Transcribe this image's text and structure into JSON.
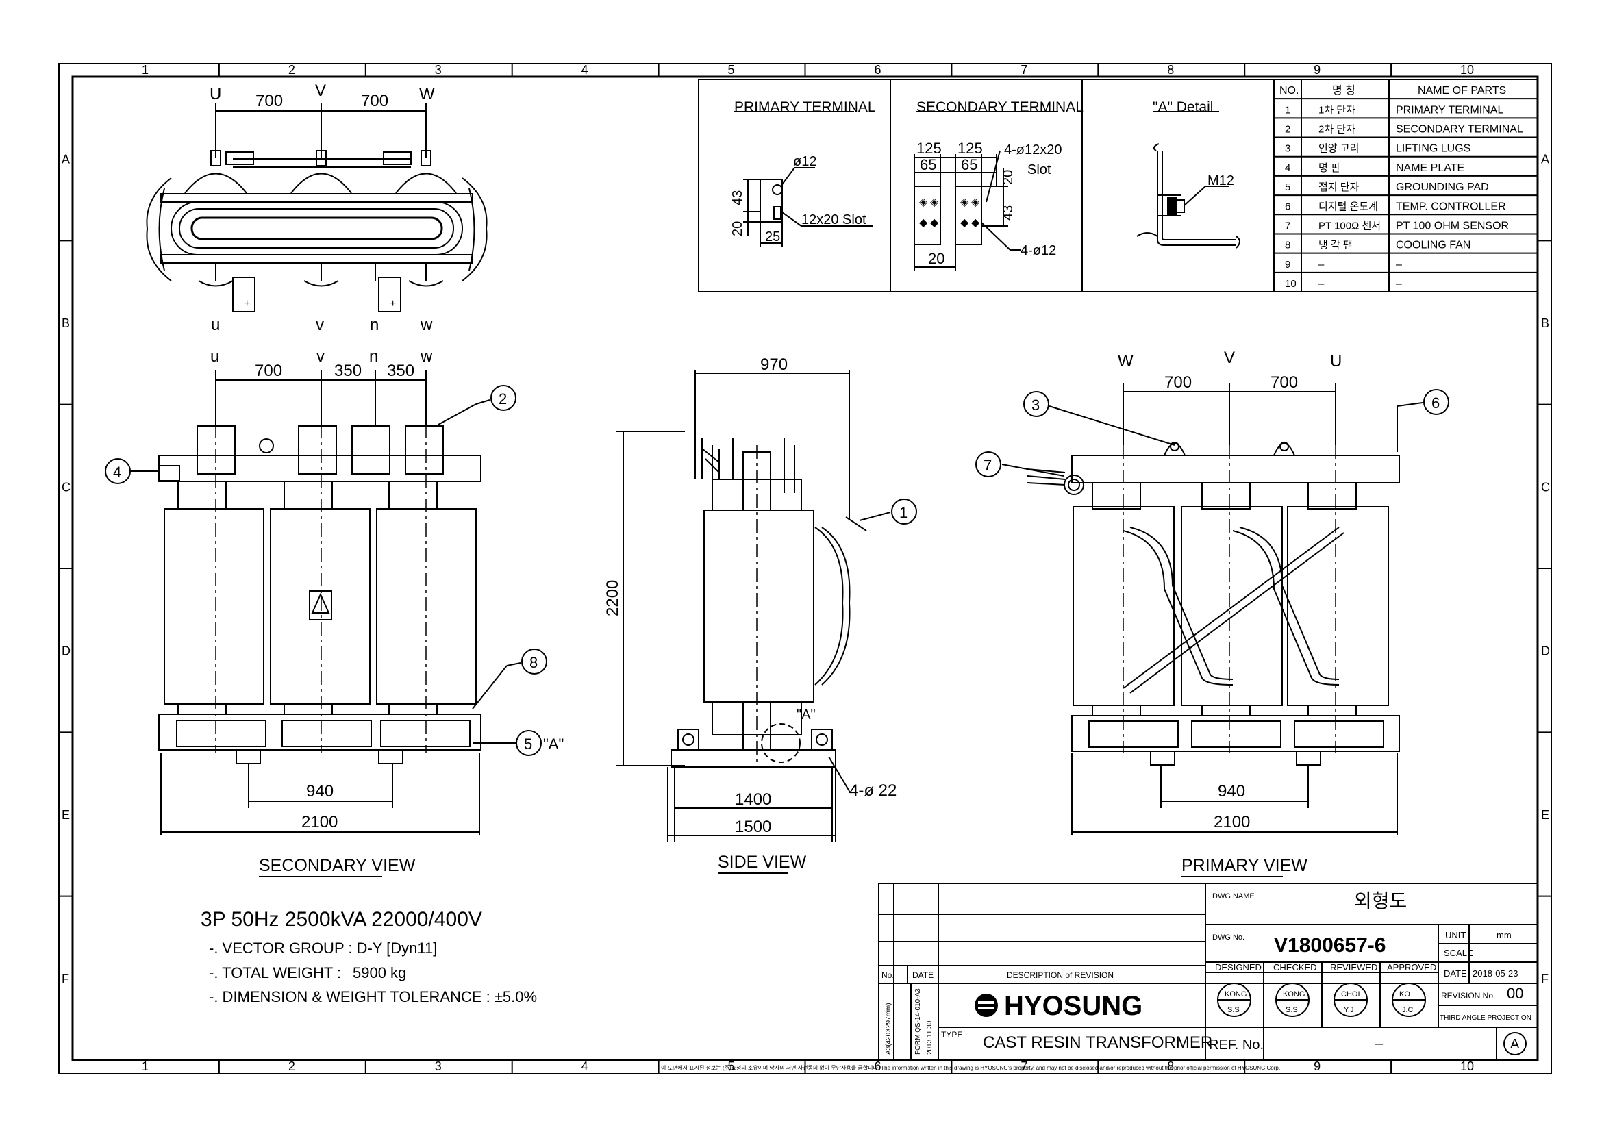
{
  "border": {
    "col_labels": [
      "1",
      "2",
      "3",
      "4",
      "5",
      "6",
      "7",
      "8",
      "9",
      "10"
    ],
    "row_labels": [
      "A",
      "B",
      "C",
      "D",
      "E",
      "F"
    ],
    "footer_note": "이 도면에서 표시된 정보는 (주)효성의 소유이며 당사의 서면 사전동의 없이 무단사용을 금합니다. The information written in this drawing is HYOSUNG's property, and may not be disclosed and/or reproduced without the prior official permission of HYOSUNG Corp."
  },
  "secondary_top": {
    "phase_top": [
      "U",
      "V",
      "W"
    ],
    "dim_top": [
      "700",
      "700"
    ],
    "phase_bottom": [
      "u",
      "v",
      "n",
      "w"
    ]
  },
  "secondary_view": {
    "phase_labels": [
      "u",
      "v",
      "n",
      "w"
    ],
    "dims_top": [
      "700",
      "350",
      "350"
    ],
    "dim_940": "940",
    "dim_2100": "2100",
    "callout_2": "2",
    "callout_4": "4",
    "callout_8": "8",
    "callout_5": "5",
    "callout_5_suffix": "\"A\"",
    "title": "SECONDARY VIEW"
  },
  "side_view": {
    "dim_970": "970",
    "dim_2200": "2200",
    "dim_1400": "1400",
    "dim_1500": "1500",
    "holes": "4-ø 22",
    "callout_1": "1",
    "detail_mark": "\"A\"",
    "title": "SIDE VIEW"
  },
  "primary_view": {
    "phase_labels": [
      "W",
      "V",
      "U"
    ],
    "dims_top": [
      "700",
      "700"
    ],
    "dim_940": "940",
    "dim_2100": "2100",
    "callout_3": "3",
    "callout_6": "6",
    "callout_7": "7",
    "title": "PRIMARY VIEW"
  },
  "details": {
    "primary_terminal": {
      "title": "PRIMARY TERMINAL",
      "hole": "ø12",
      "slot": "12x20 Slot",
      "d43": "43",
      "d20": "20",
      "d25": "25"
    },
    "secondary_terminal": {
      "title": "SECONDARY TERMINAL",
      "d125a": "125",
      "d125b": "125",
      "d65a": "65",
      "d65b": "65",
      "slot": "4-ø12x20",
      "slot2": "Slot",
      "d20v": "20",
      "d43": "43",
      "holes": "4-ø12",
      "d20h": "20"
    },
    "a_detail": {
      "title": "\"A\" Detail",
      "bolt": "M12"
    }
  },
  "parts_table": {
    "headers": [
      "NO.",
      "명 칭",
      "NAME OF PARTS"
    ],
    "rows": [
      [
        "1",
        "1차 단자",
        "PRIMARY TERMINAL"
      ],
      [
        "2",
        "2차 단자",
        "SECONDARY TERMINAL"
      ],
      [
        "3",
        "인양 고리",
        "LIFTING LUGS"
      ],
      [
        "4",
        "명 판",
        "NAME PLATE"
      ],
      [
        "5",
        "접지 단자",
        "GROUNDING PAD"
      ],
      [
        "6",
        "디지털 온도계",
        "TEMP. CONTROLLER"
      ],
      [
        "7",
        "PT 100Ω 센서",
        "PT 100 OHM SENSOR"
      ],
      [
        "8",
        "냉 각 팬",
        "COOLING FAN"
      ],
      [
        "9",
        "–",
        "–"
      ],
      [
        "10",
        "–",
        "–"
      ]
    ]
  },
  "spec": {
    "rating": "3P 50Hz 2500kVA 22000/400V",
    "vector": "-. VECTOR GROUP : D-Y [Dyn11]",
    "weight_label": "-. TOTAL WEIGHT :",
    "weight_value": "5900 kg",
    "tolerance": "-. DIMENSION & WEIGHT TOLERANCE : ±5.0%"
  },
  "title_block": {
    "dwg_name_label": "DWG NAME",
    "dwg_name": "외형도",
    "dwg_no_label": "DWG No.",
    "dwg_no": "V1800657-6",
    "unit_label": "UNIT",
    "unit": "mm",
    "scale_label": "SCALE",
    "scale": "",
    "designed": "DESIGNED",
    "checked": "CHECKED",
    "reviewed": "REVIEWED",
    "approved": "APPROVED",
    "date_label": "DATE",
    "date": "2018-05-23",
    "rev_label": "REVISION No.",
    "rev": "00",
    "projection": "THIRD ANGLE PROJECTION",
    "stamps": [
      {
        "top": "KONG",
        "bottom": "S.S"
      },
      {
        "top": "KONG",
        "bottom": "S.S"
      },
      {
        "top": "CHOI",
        "bottom": "Y.J"
      },
      {
        "top": "KO",
        "bottom": "J.C"
      }
    ],
    "no_label": "No.",
    "date_col_label": "DATE",
    "desc_label": "DESCRIPTION of REVISION",
    "company": "HYOSUNG",
    "type_label": "TYPE",
    "type": "CAST RESIN TRANSFORMER",
    "ref_label": "REF. No.",
    "ref": "–",
    "sheet_size": "A",
    "form_side": "A3(420X297mm)",
    "form_code": "FORM QS-14-010-A3",
    "form_date": "2013.11.30"
  }
}
